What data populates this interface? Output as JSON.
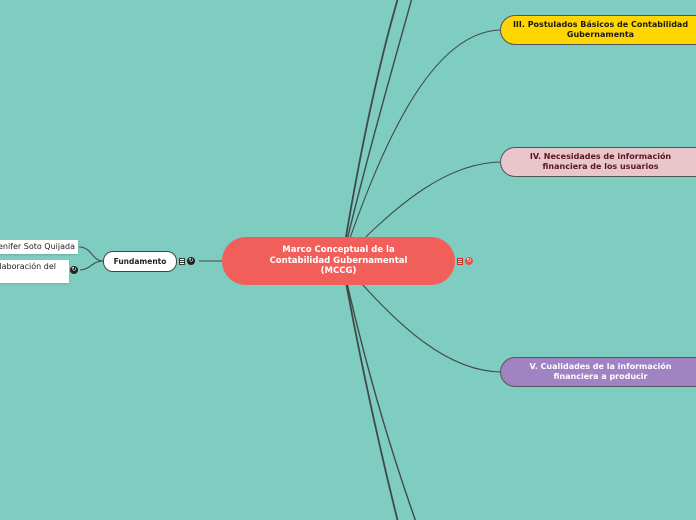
{
  "central": {
    "label": "Marco Conceptual de la Contabilidad Gubernamental (MCCG)",
    "color": "#f25f5a"
  },
  "topics": [
    {
      "label": "III. Postulados Básicos de Contabilidad Gubernamenta",
      "color": "#ffd600"
    },
    {
      "label": "IV. Necesidades de información financiera de los usuarios",
      "color": "#e8c6cb"
    },
    {
      "label": "V. Cualidades de la información financiera a producir",
      "color": "#a183c4"
    }
  ],
  "fundamento": {
    "label": "Fundamento"
  },
  "leaves": [
    {
      "label": "enifer Soto Quijada"
    },
    {
      "label": "laboración del"
    }
  ],
  "icons": [
    "note-icon",
    "link-icon"
  ],
  "background": "#7ecdc0"
}
